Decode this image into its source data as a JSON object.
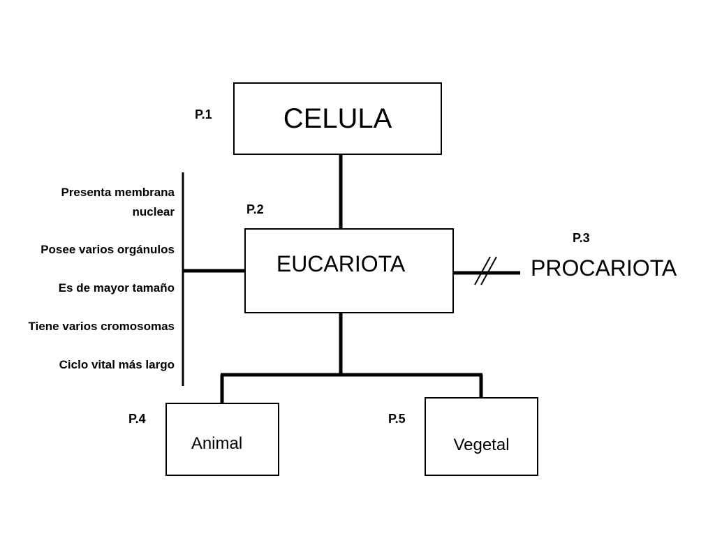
{
  "nodes": {
    "celula": {
      "label": "CELULA",
      "tag": "P.1"
    },
    "eucariota": {
      "label": "EUCARIOTA",
      "tag": "P.2"
    },
    "procariota": {
      "label": "PROCARIOTA",
      "tag": "P.3"
    },
    "animal": {
      "label": "Animal",
      "tag": "P.4"
    },
    "vegetal": {
      "label": "Vegetal",
      "tag": "P.5"
    }
  },
  "features": [
    {
      "line1": "Presenta membrana",
      "line2": "nuclear"
    },
    {
      "line1": "Posee varios orgánulos"
    },
    {
      "line1": "Es de mayor tamaño"
    },
    {
      "line1": "Tiene varios cromosomas"
    },
    {
      "line1": "Ciclo vital más largo"
    }
  ]
}
